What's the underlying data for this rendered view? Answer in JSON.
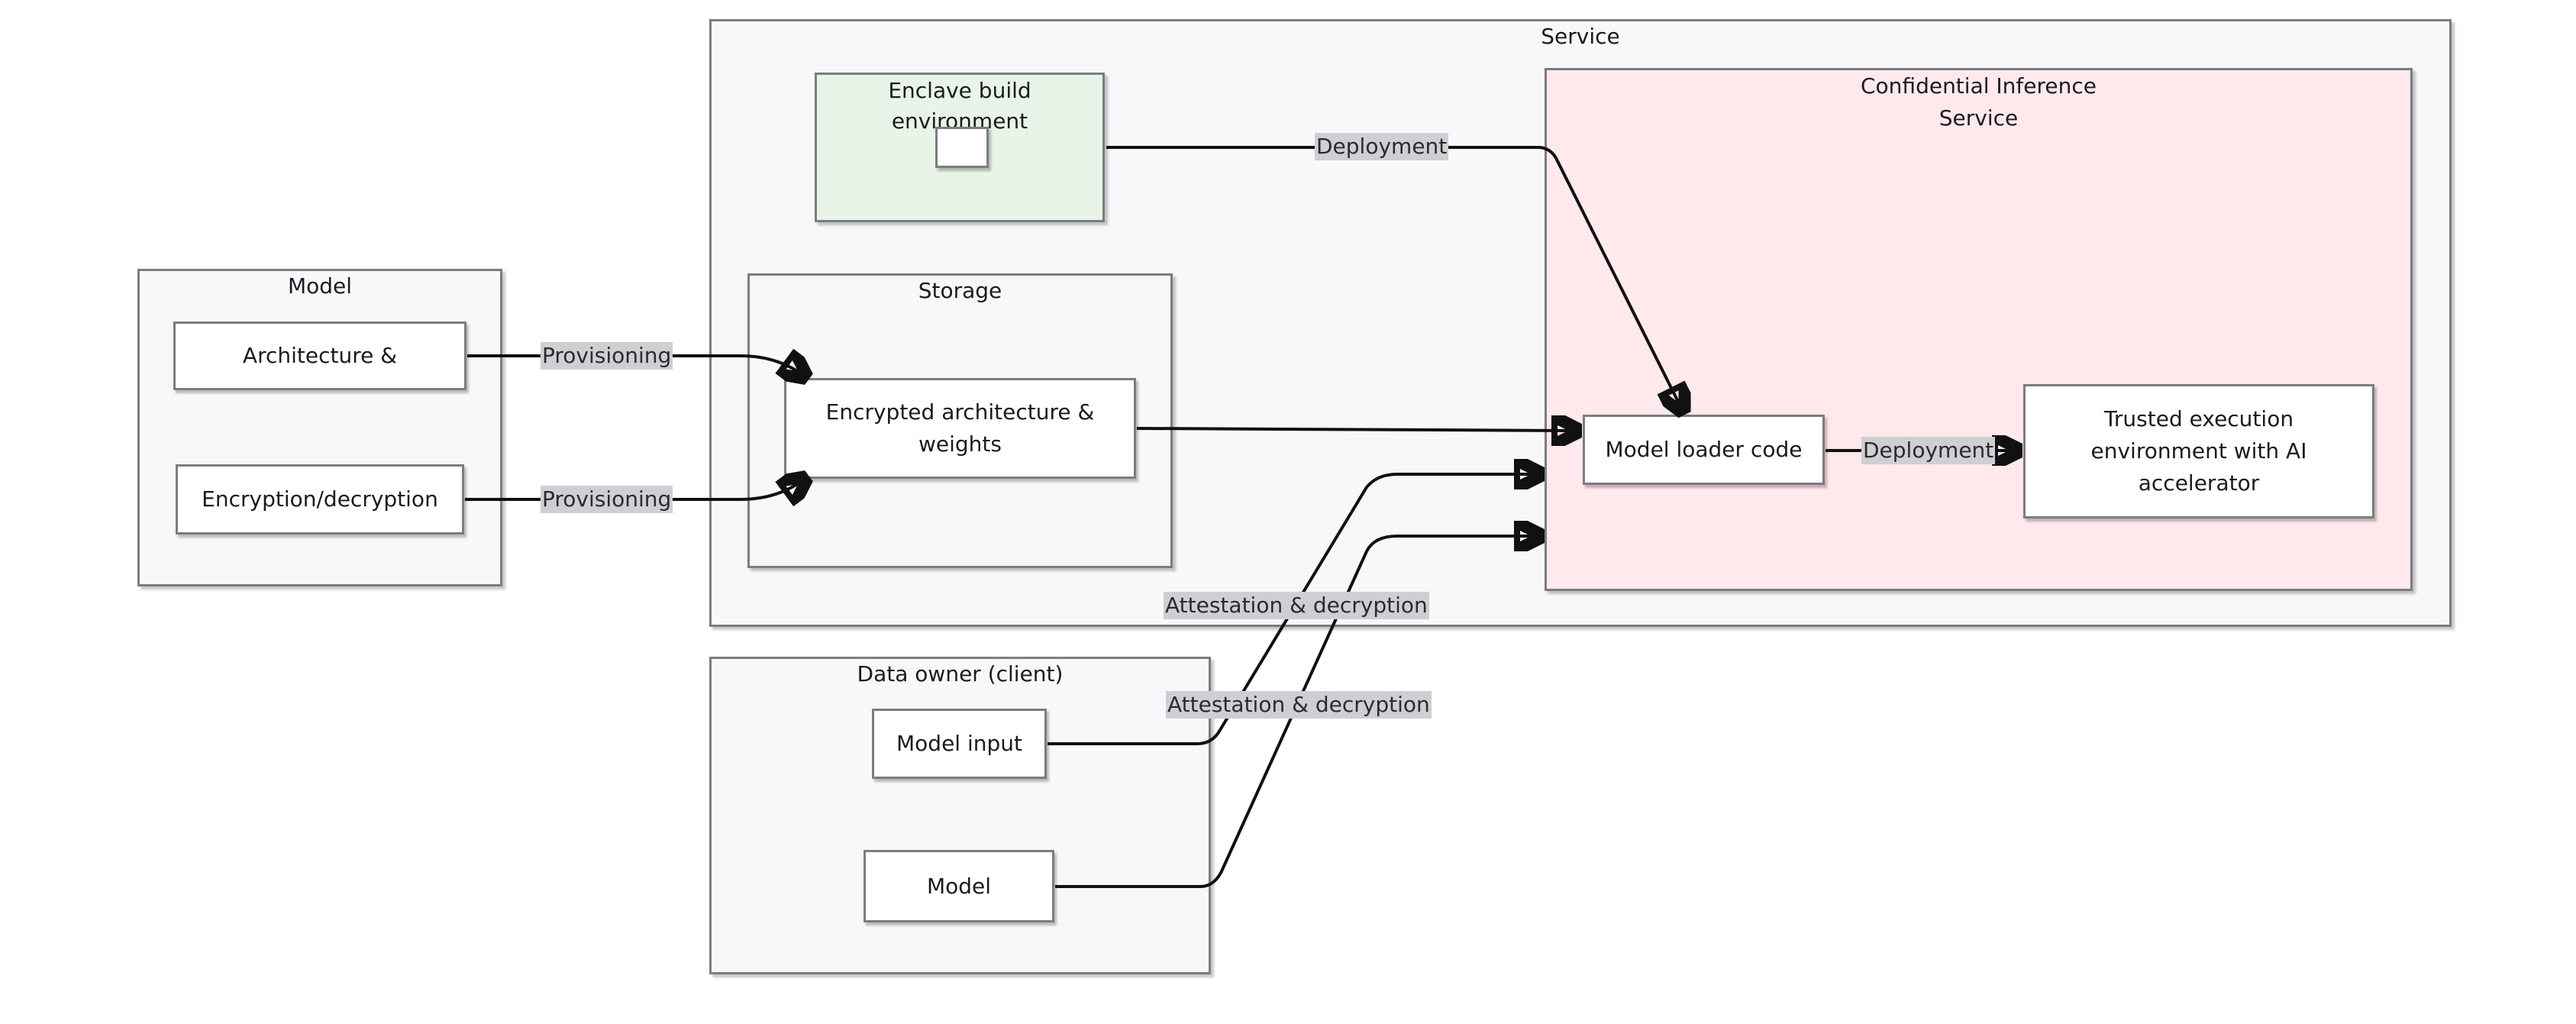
{
  "groups": {
    "service": "Service",
    "model": "Model",
    "enclave": "Enclave build environment",
    "storage": "Storage",
    "confidential": "Confidential Inference Service",
    "data_owner": "Data owner (client)"
  },
  "nodes": {
    "architecture": "Architecture &",
    "encryption": "Encryption/decryption",
    "encrypted_arch": "Encrypted architecture & weights",
    "model_loader": "Model loader code",
    "trusted_exec": "Trusted execution environment with AI accelerator",
    "model_input": "Model input",
    "client_model": "Model"
  },
  "edges": {
    "deployment_1": "Deployment",
    "deployment_2": "Deployment",
    "provisioning_1": "Provisioning",
    "provisioning_2": "Provisioning",
    "attestation_1": "Attestation & decryption",
    "attestation_2": "Attestation & decryption"
  }
}
